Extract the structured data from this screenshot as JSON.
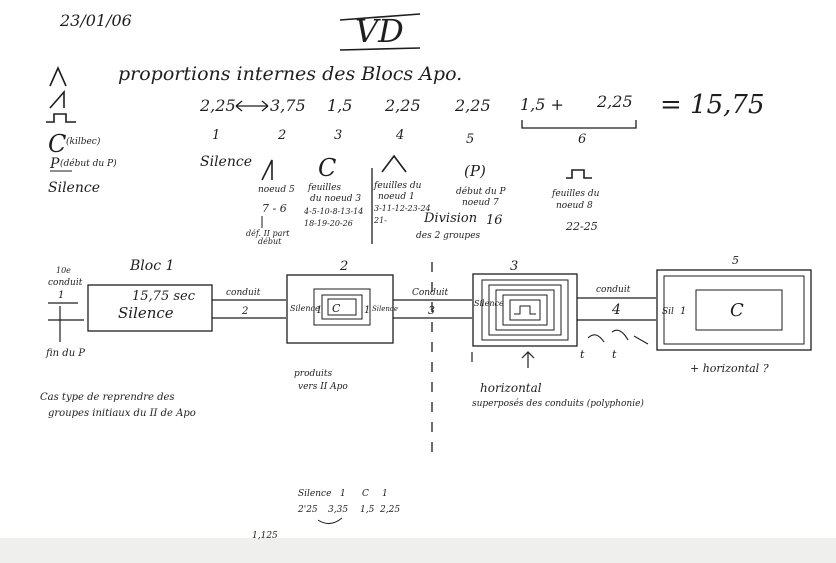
{
  "date": "23/01/06",
  "title": "VD",
  "heading": "proportions internes des Blocs Apo.",
  "proportions": {
    "values": [
      "2,25",
      "3,75",
      "1,5",
      "2,25",
      "2,25",
      "1,5 +",
      "2,25"
    ],
    "equals": "= 15,75",
    "numbers": [
      "1",
      "2",
      "3",
      "4",
      "5",
      "6"
    ]
  },
  "legend": {
    "c_label": "C",
    "c_note": "(kilbec)",
    "p_label": "P",
    "p_note": "(début du P)",
    "silence": "Silence"
  },
  "categories": {
    "silence": "Silence",
    "col2_notes": [
      "noeud 5",
      "7 - 6",
      "déf. II part",
      "début"
    ],
    "col3_symbol": "C",
    "col3_notes": [
      "feuilles",
      "du noeud 3",
      "4-5-10-8-13-14",
      "18-19-20-26"
    ],
    "col4_notes": [
      "feuilles du",
      "noeud 1",
      "3-11-12-23-24",
      "21-"
    ],
    "col5_symbol": "(P)",
    "col5_notes": [
      "début du P",
      "noeud 7",
      "16"
    ],
    "division": [
      "Division",
      "des 2 groupes"
    ],
    "col6_notes": [
      "feuilles du",
      "noeud 8",
      "22-25"
    ]
  },
  "blocs": {
    "left_notes": [
      "10e",
      "conduit",
      "1"
    ],
    "fin_note": "fin du P",
    "bloc1_title": "Bloc 1",
    "bloc1_duration": "15,75 sec",
    "bloc1_text": "Silence",
    "link1": [
      "conduit",
      "2"
    ],
    "bloc2_number": "2",
    "bloc2_content": [
      "Silence",
      "1",
      "C",
      "1",
      "Silence"
    ],
    "link2": [
      "Conduit",
      "3"
    ],
    "bloc3_number": "3",
    "bloc3_left": "Silence",
    "link3": [
      "conduit",
      "4"
    ],
    "bloc4_number": "5",
    "bloc4_left": [
      "Sil",
      "1"
    ],
    "bloc4_center": "C",
    "under2": [
      "produits",
      "vers II Apo"
    ],
    "under3": [
      "horizontal",
      "superposés des conduits (polyphonie)"
    ],
    "under4": "+ horizontal ?",
    "tt_notes": [
      "t",
      "t"
    ],
    "bottom_left": [
      "Cas type de reprendre des",
      "groupes initiaux du II de Apo"
    ]
  },
  "footer": {
    "labels": [
      "Silence",
      "1",
      "C",
      "1"
    ],
    "values": [
      "2'25",
      "3,35",
      "1,5",
      "2,25"
    ],
    "extra": "1,125"
  }
}
